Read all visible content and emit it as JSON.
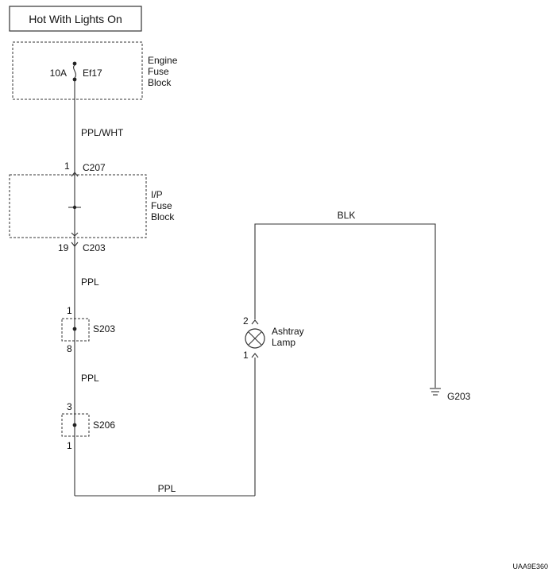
{
  "title": "Hot With Lights On",
  "engine_fuse": {
    "rating": "10A",
    "name": "Ef17",
    "block_label": [
      "Engine",
      "Fuse",
      "Block"
    ]
  },
  "wires": {
    "ppl_wht": "PPL/WHT",
    "ppl_upper": "PPL",
    "ppl_middle": "PPL",
    "ppl_bottom": "PPL",
    "blk": "BLK"
  },
  "connectors": {
    "c207": {
      "pin": "1",
      "name": "C207"
    },
    "c203": {
      "pin": "19",
      "name": "C203"
    }
  },
  "ip_fuse_block": [
    "I/P",
    "Fuse",
    "Block"
  ],
  "splices": {
    "s203": {
      "top_pin": "1",
      "name": "S203",
      "bottom_pin": "8"
    },
    "s206": {
      "top_pin": "3",
      "name": "S206",
      "bottom_pin": "1"
    }
  },
  "lamp": {
    "top_pin": "2",
    "bottom_pin": "1",
    "label": [
      "Ashtray",
      "Lamp"
    ]
  },
  "ground": {
    "name": "G203"
  },
  "footer_code": "UAA9E360"
}
